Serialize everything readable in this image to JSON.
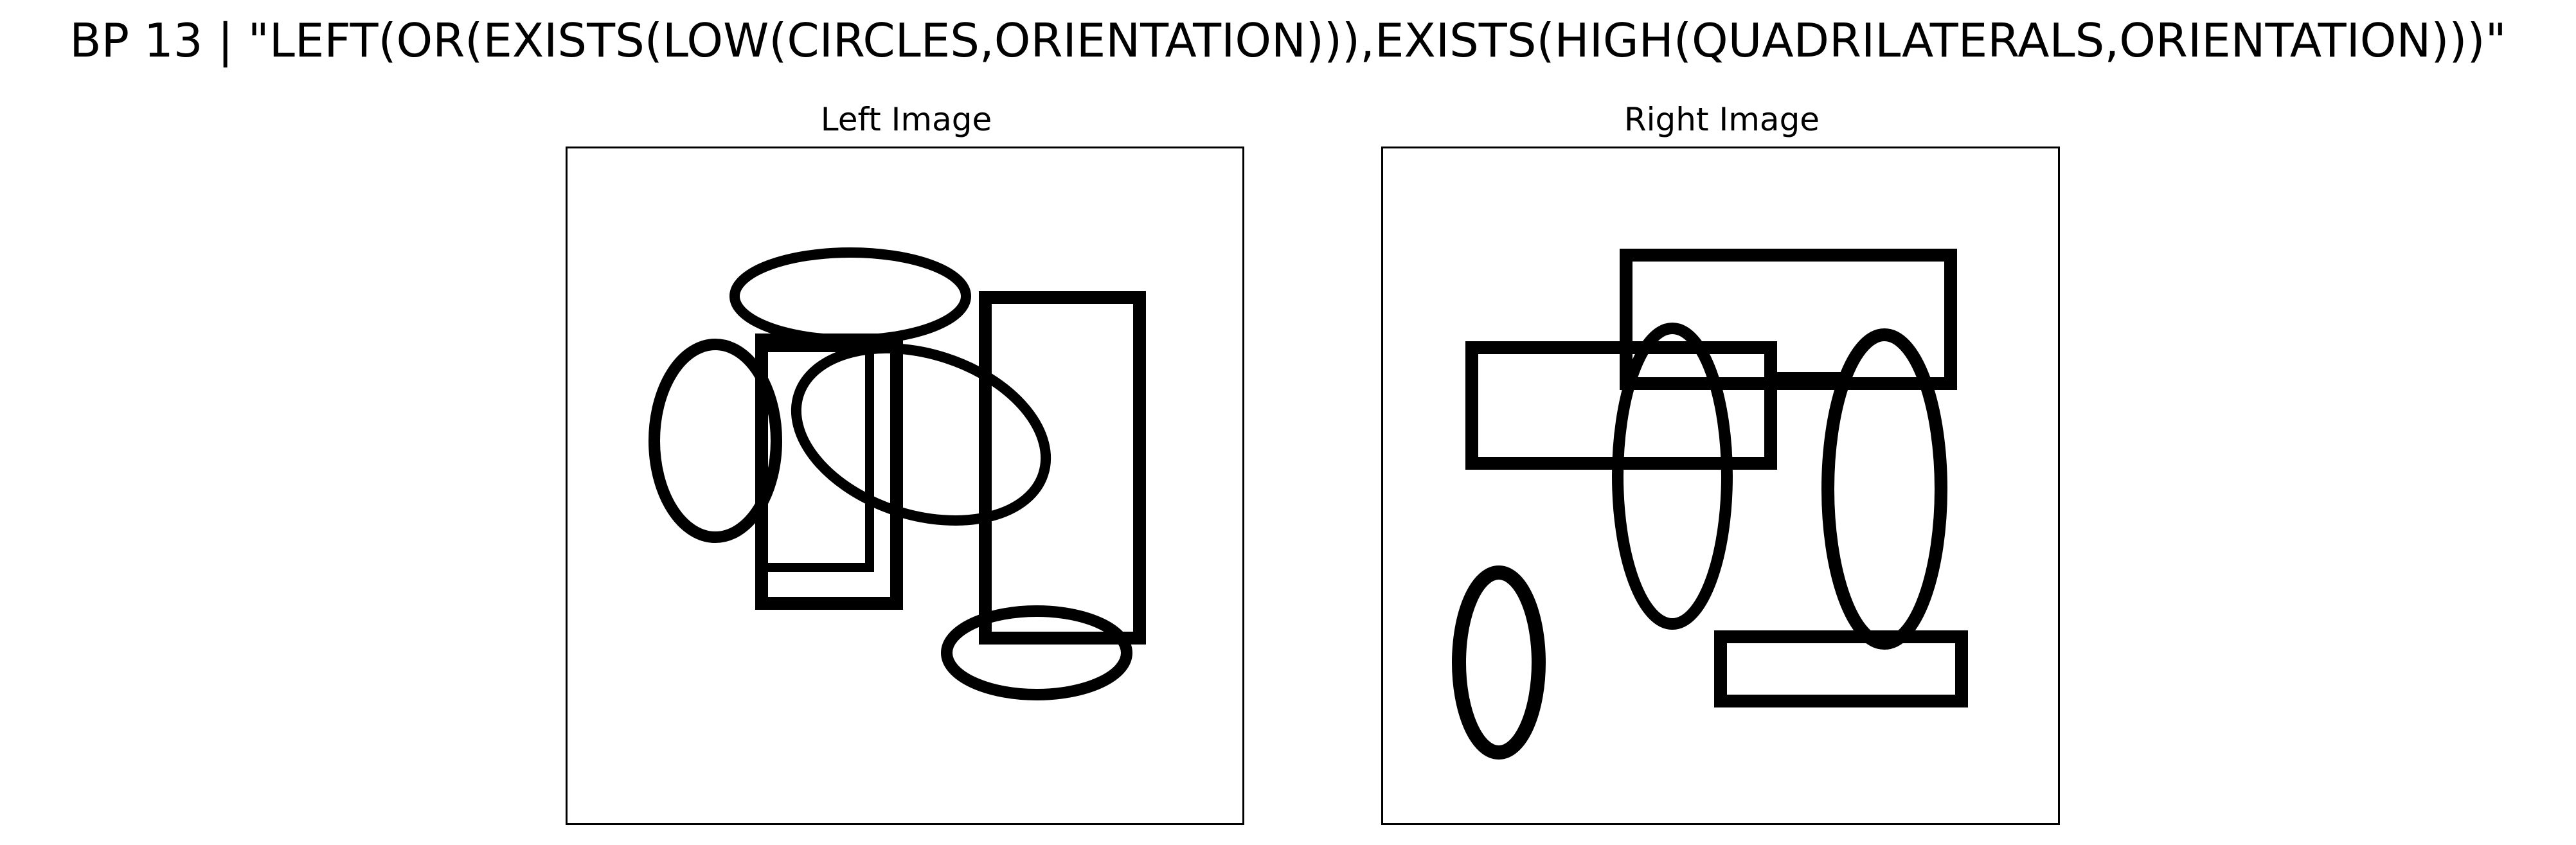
{
  "figure": {
    "title": "BP 13 | \"LEFT(OR(EXISTS(LOW(CIRCLES,ORIENTATION))),EXISTS(HIGH(QUADRILATERALS,ORIENTATION)))\""
  },
  "panels": [
    {
      "title": "Left Image"
    },
    {
      "title": "Right Image"
    }
  ],
  "colors": {
    "ink": "#000000",
    "background": "#ffffff"
  }
}
